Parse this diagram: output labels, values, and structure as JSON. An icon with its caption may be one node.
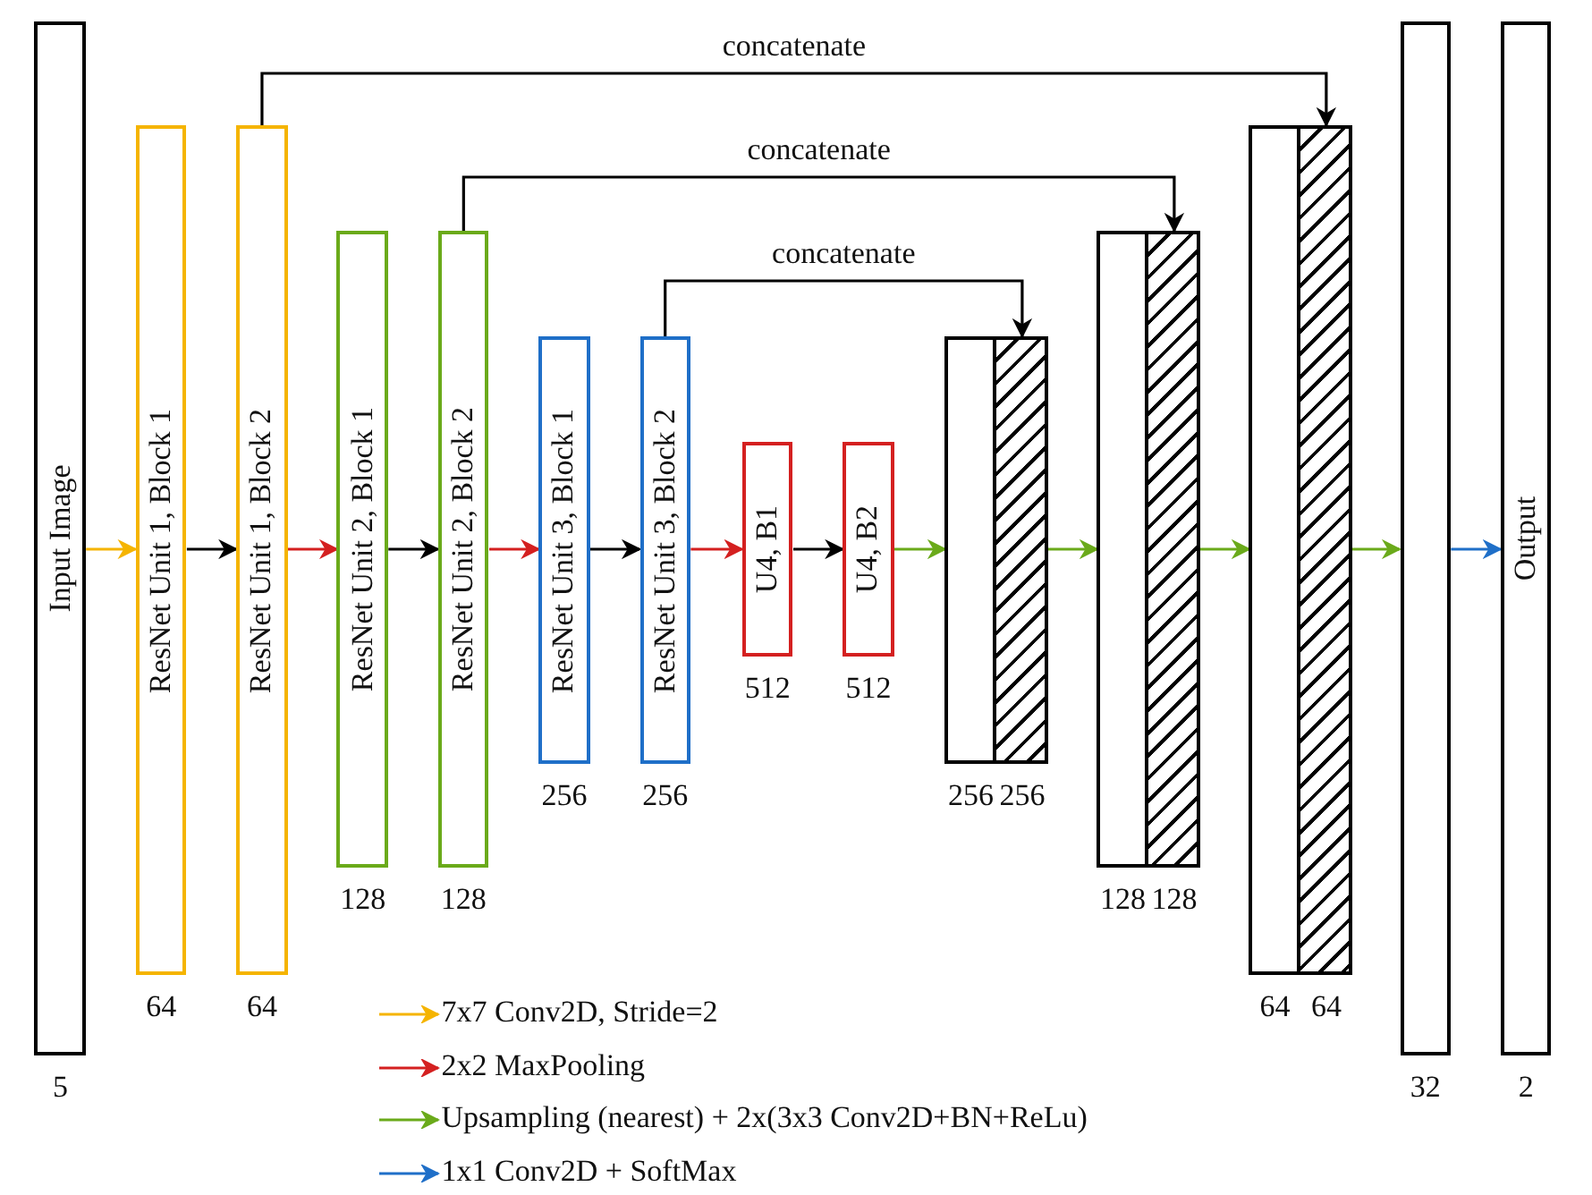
{
  "diagram": {
    "nodes": [
      {
        "text": [
          "Input Image"
        ],
        "beside": [
          "5"
        ]
      },
      {
        "text": [
          "ResNet Unit 1, Block 1"
        ],
        "beside": [
          "64"
        ]
      },
      {
        "text": [
          "ResNet Unit 1, Block 2"
        ],
        "beside": [
          "64"
        ]
      },
      {
        "text": [
          "ResNet Unit 2, Block 1"
        ],
        "beside": [
          "128"
        ]
      },
      {
        "text": [
          "ResNet Unit 2, Block 2"
        ],
        "beside": [
          "128"
        ]
      },
      {
        "text": [
          "ResNet Unit 3, Block 1"
        ],
        "beside": [
          "256"
        ]
      },
      {
        "text": [
          "ResNet Unit 3, Block 2"
        ],
        "beside": [
          "256"
        ]
      },
      {
        "text": [
          "U4, B1"
        ],
        "beside": [
          "512"
        ]
      },
      {
        "text": [
          "U4, B2"
        ],
        "beside": [
          "512"
        ]
      },
      {
        "text": [],
        "shape": "box",
        "beside": [
          "256"
        ]
      },
      {
        "text": [],
        "shape": "box",
        "beside": [
          "256"
        ]
      },
      {
        "text": [],
        "shape": "box",
        "beside": [
          "128"
        ]
      },
      {
        "text": [],
        "shape": "box",
        "beside": [
          "128"
        ]
      },
      {
        "text": [],
        "shape": "box",
        "beside": [
          "64"
        ]
      },
      {
        "text": [],
        "shape": "box",
        "beside": [
          "64"
        ]
      },
      {
        "text": [],
        "shape": "box",
        "beside": [
          "32"
        ]
      },
      {
        "text": [
          "Output"
        ],
        "beside": [
          "2"
        ]
      }
    ],
    "edges": [
      {
        "from": 0,
        "to": 1,
        "arrow": "to",
        "color": "#f5b400"
      },
      {
        "from": 1,
        "to": 2,
        "arrow": "to"
      },
      {
        "from": 2,
        "to": 3,
        "arrow": "to",
        "color": "#d42020"
      },
      {
        "from": 3,
        "to": 4,
        "arrow": "to"
      },
      {
        "from": 4,
        "to": 5,
        "arrow": "to",
        "color": "#d42020"
      },
      {
        "from": 5,
        "to": 6,
        "arrow": "to"
      },
      {
        "from": 6,
        "to": 7,
        "arrow": "to",
        "color": "#d42020"
      },
      {
        "from": 7,
        "to": 8,
        "arrow": "to"
      },
      {
        "from": 8,
        "to": 9,
        "arrow": "to",
        "color": "#6aaa1a"
      },
      {
        "from": 10,
        "to": 11,
        "arrow": "to",
        "color": "#6aaa1a"
      },
      {
        "from": 12,
        "to": 13,
        "arrow": "to",
        "color": "#6aaa1a"
      },
      {
        "from": 14,
        "to": 15,
        "arrow": "to",
        "color": "#6aaa1a"
      },
      {
        "from": 15,
        "to": 16,
        "arrow": "to",
        "color": "#1f6fc8"
      },
      {
        "from": 6,
        "to": 10,
        "arrow": "to",
        "label": "concatenate"
      },
      {
        "from": 4,
        "to": 12,
        "arrow": "to",
        "label": "concatenate"
      },
      {
        "from": 2,
        "to": 14,
        "arrow": "to",
        "label": "concatenate"
      }
    ],
    "legend": [
      {
        "text": "7x7 Conv2D, Stride=2"
      },
      {
        "text": "2x2 MaxPooling"
      },
      {
        "text": "Upsampling (nearest) + 2x(3x3 Conv2D+BN+ReLu)"
      },
      {
        "text": "1x1 Conv2D + SoftMax"
      }
    ]
  }
}
